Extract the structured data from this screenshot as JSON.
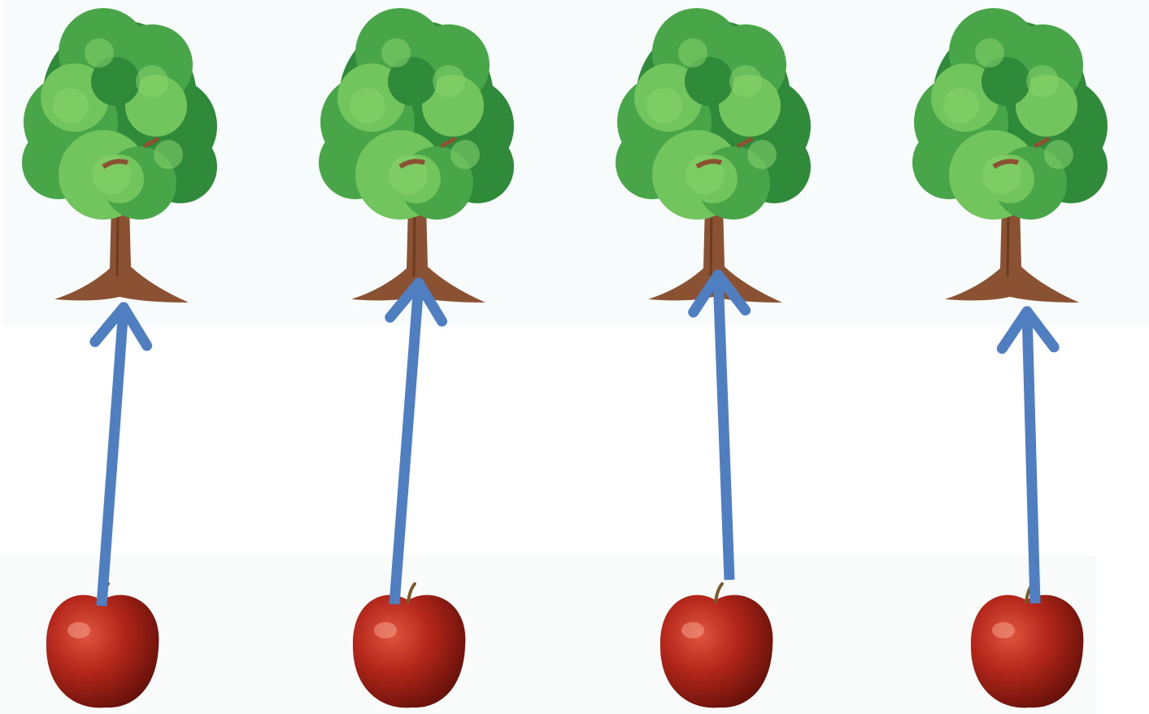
{
  "diagram": {
    "pairs": [
      {
        "tree": "tree-1",
        "apple": "apple-1",
        "arrow": "apple-to-tree"
      },
      {
        "tree": "tree-2",
        "apple": "apple-2",
        "arrow": "apple-to-tree"
      },
      {
        "tree": "tree-3",
        "apple": "apple-3",
        "arrow": "apple-to-tree"
      },
      {
        "tree": "tree-4",
        "apple": "apple-4",
        "arrow": "apple-to-tree"
      }
    ],
    "colors": {
      "arrow": "#4f7ec1",
      "foliage_dark": "#2f8a3a",
      "foliage_mid": "#48a548",
      "foliage_light": "#72c45c",
      "trunk": "#8a5232",
      "apple": "#b3261a",
      "apple_dark": "#6e130c",
      "stem": "#7a5a2a"
    },
    "icons": {
      "tree": "tree-icon",
      "apple": "apple-icon",
      "arrow": "arrow-up-icon"
    }
  }
}
